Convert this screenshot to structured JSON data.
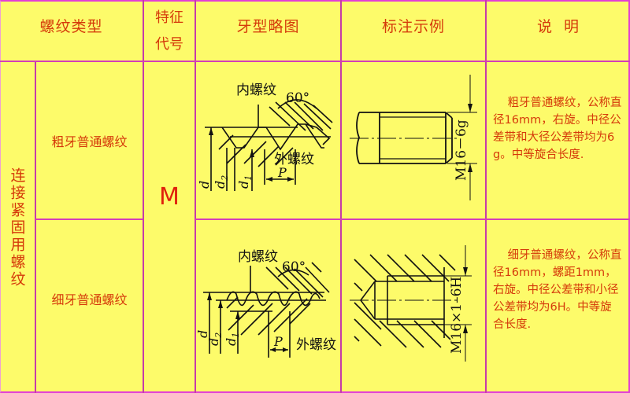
{
  "table": {
    "headers": {
      "thread_type": "螺纹类型",
      "feature_code_line1": "特征",
      "feature_code_line2": "代号",
      "profile_sketch": "牙型略图",
      "annotation_example": "标注示例",
      "description": "说  明"
    },
    "category": "连接紧固用螺纹",
    "feature_code": "M",
    "rows": [
      {
        "type": "粗牙普通螺纹",
        "sketch": {
          "internal_label": "内螺纹",
          "external_label": "外螺纹",
          "angle_label": "60°",
          "dim_d": "d",
          "dim_d2": "d",
          "dim_d2_sub": "2",
          "dim_d1": "d",
          "dim_d1_sub": "1",
          "pitch_label": "P"
        },
        "annotation": "M16－6g",
        "description": "    粗牙普通螺纹，公称直径16mm，右旋。中径公差带和大径公差带均为6g。中等旋合长度."
      },
      {
        "type": "细牙普通螺纹",
        "sketch": {
          "internal_label": "内螺纹",
          "external_label": "外螺纹",
          "angle_label": "60°",
          "dim_d": "d",
          "dim_d2": "d",
          "dim_d2_sub": "2",
          "dim_d1": "d",
          "dim_d1_sub": "1",
          "pitch_label": "P"
        },
        "annotation": "M16×1–6H",
        "description": "    细牙普通螺纹，公称直径16mm，螺距1mm，右旋。中径公差带和小径公差带均为6H。中等旋合长度."
      }
    ]
  },
  "colors": {
    "background": "#fdfb6a",
    "grid": "#d43eb8",
    "text": "#d53a0a"
  }
}
